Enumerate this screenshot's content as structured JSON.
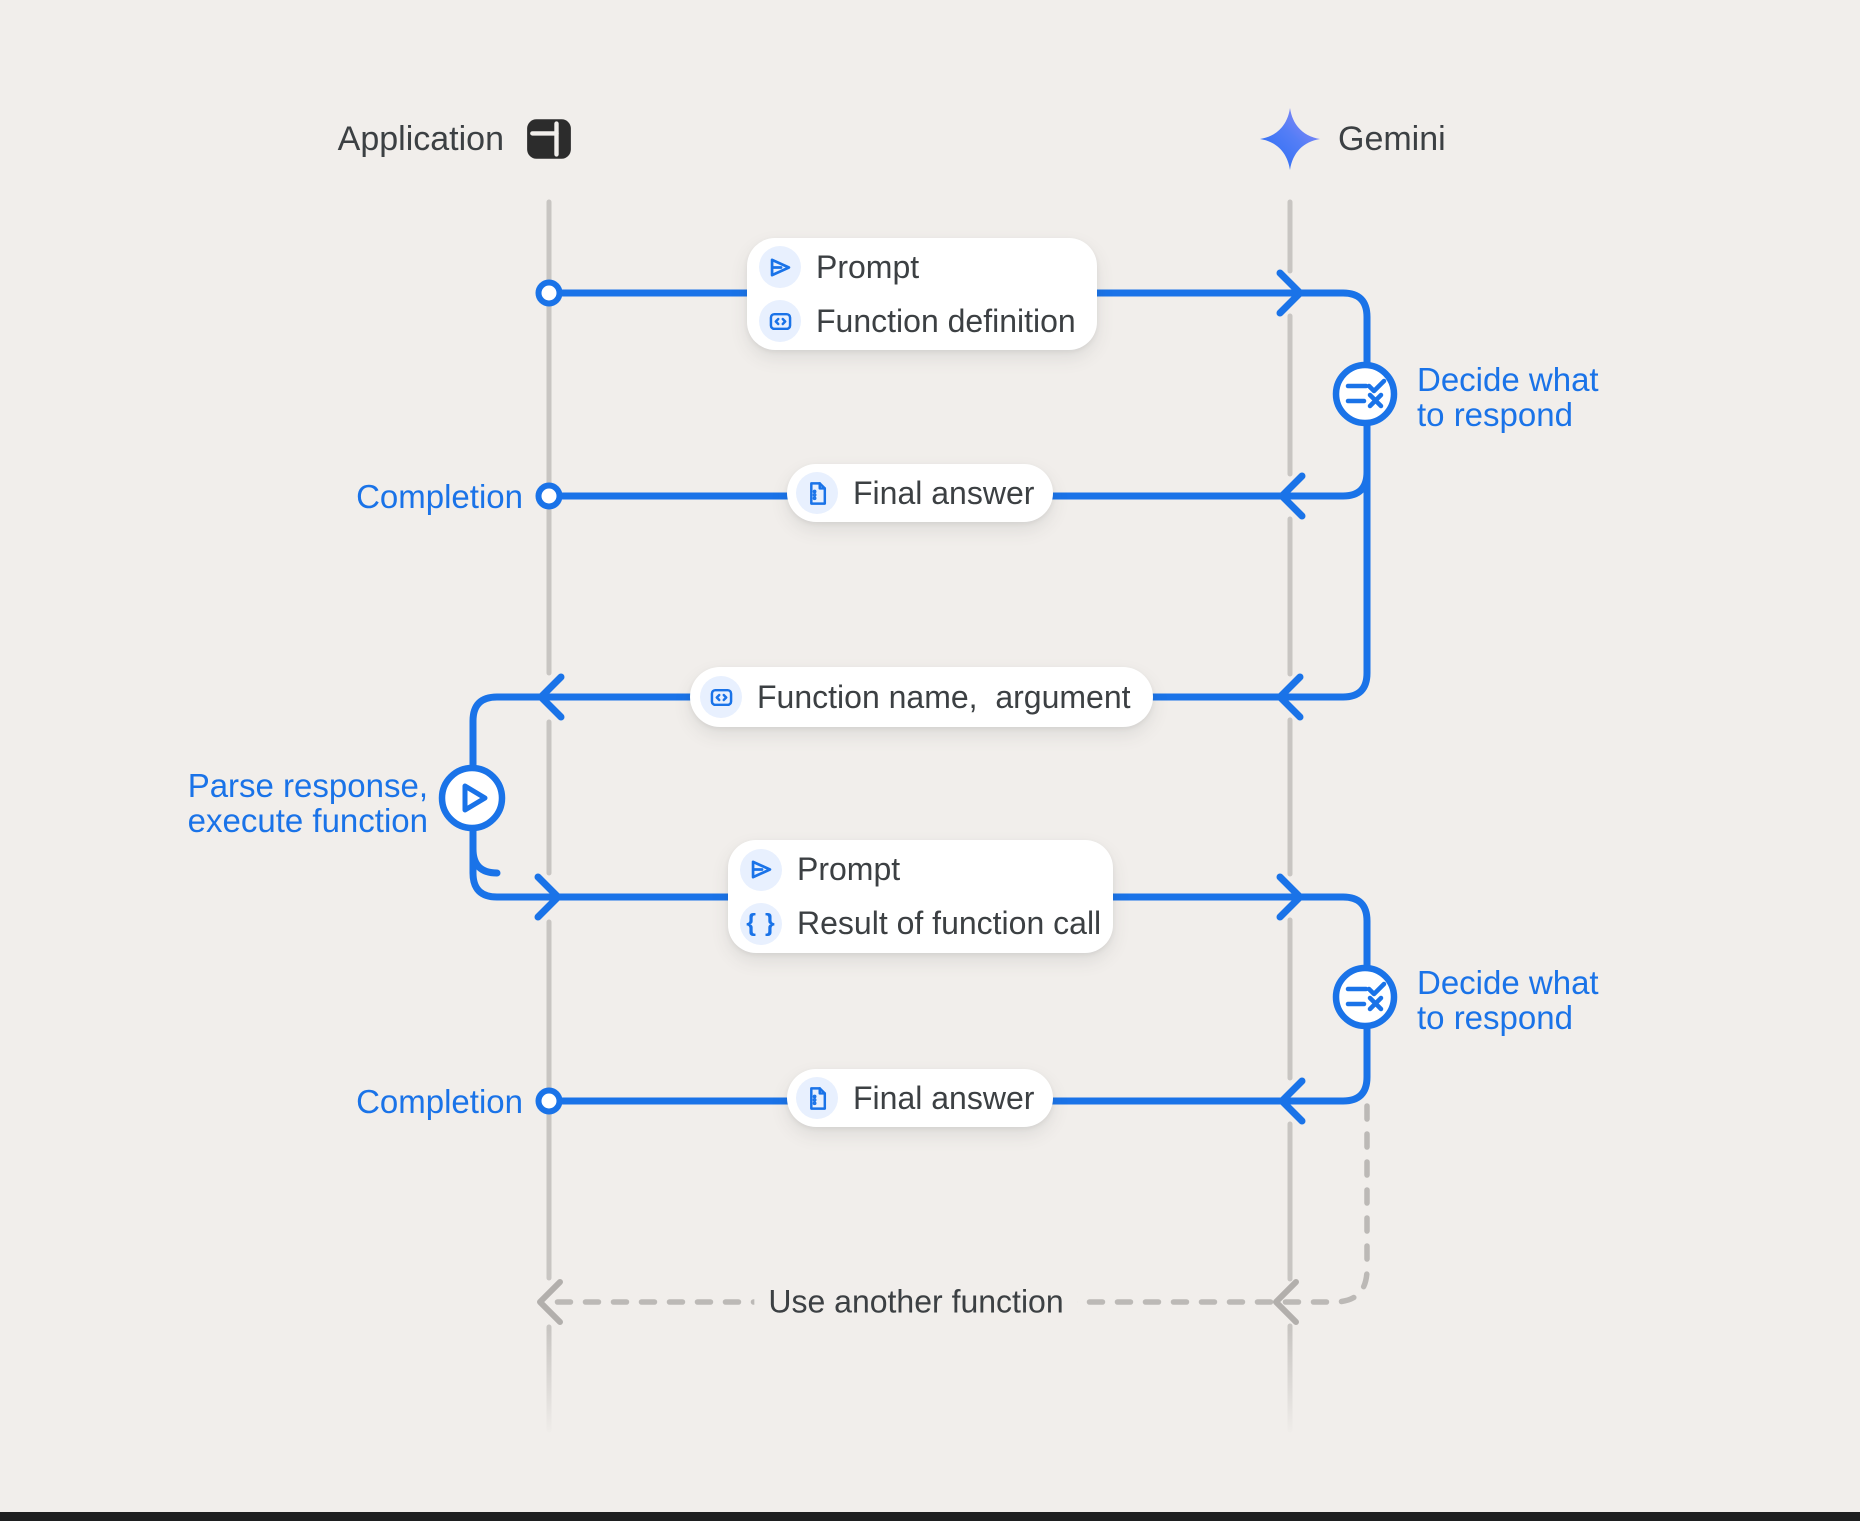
{
  "title": "Gemini function calling sequence diagram",
  "colors": {
    "background": "#f1eeeb",
    "accent_blue": "#1a73e8",
    "text_dark": "#3c4043",
    "icon_chip_bg": "#e8f0fe",
    "lifeline_gray": "#c8c5c2",
    "dashed_gray": "#bcb9b6",
    "card_bg": "#ffffff",
    "gemini_gradient_start": "#246bf4",
    "gemini_gradient_end": "#9e8cf7"
  },
  "actors": {
    "application": {
      "label": "Application",
      "icon": "app-window-icon"
    },
    "gemini": {
      "label": "Gemini",
      "icon": "gemini-star-icon"
    }
  },
  "messages": {
    "prompt_with_definition": {
      "direction": "application-to-gemini",
      "rows": [
        {
          "icon": "send-icon",
          "label": "Prompt"
        },
        {
          "icon": "code-icon",
          "label": "Function definition"
        }
      ]
    },
    "final_answer_1": {
      "direction": "gemini-to-application",
      "rows": [
        {
          "icon": "document-icon",
          "label": "Final answer"
        }
      ]
    },
    "function_name_argument": {
      "direction": "gemini-to-application",
      "rows": [
        {
          "icon": "code-icon",
          "label": "Function name,  argument"
        }
      ]
    },
    "prompt_with_result": {
      "direction": "application-to-gemini",
      "rows": [
        {
          "icon": "send-icon",
          "label": "Prompt"
        },
        {
          "icon": "braces-icon",
          "label": "Result of function call"
        }
      ]
    },
    "final_answer_2": {
      "direction": "gemini-to-application",
      "rows": [
        {
          "icon": "document-icon",
          "label": "Final answer"
        }
      ]
    },
    "use_another_function": {
      "direction": "gemini-to-application",
      "style": "dashed",
      "label": "Use another function"
    }
  },
  "annotations": {
    "completion_1": "Completion",
    "completion_2": "Completion",
    "decide_1": {
      "line1": "Decide what",
      "line2": "to respond"
    },
    "decide_2": {
      "line1": "Decide what",
      "line2": "to respond"
    },
    "parse_execute": {
      "line1": "Parse response,",
      "line2": "execute function"
    }
  },
  "icons": {
    "braces_glyph": "{ }"
  }
}
